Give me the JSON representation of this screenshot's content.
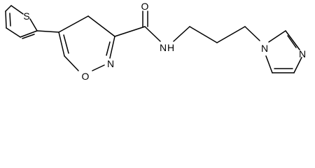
{
  "molecule": {
    "atoms": {
      "thiophene_S": "S",
      "isoxazole_O": "O",
      "isoxazole_N": "N",
      "carbonyl_O": "O",
      "amide_N": "N",
      "amide_H": "H",
      "imidazole_N1": "N",
      "imidazole_N3": "N"
    }
  }
}
